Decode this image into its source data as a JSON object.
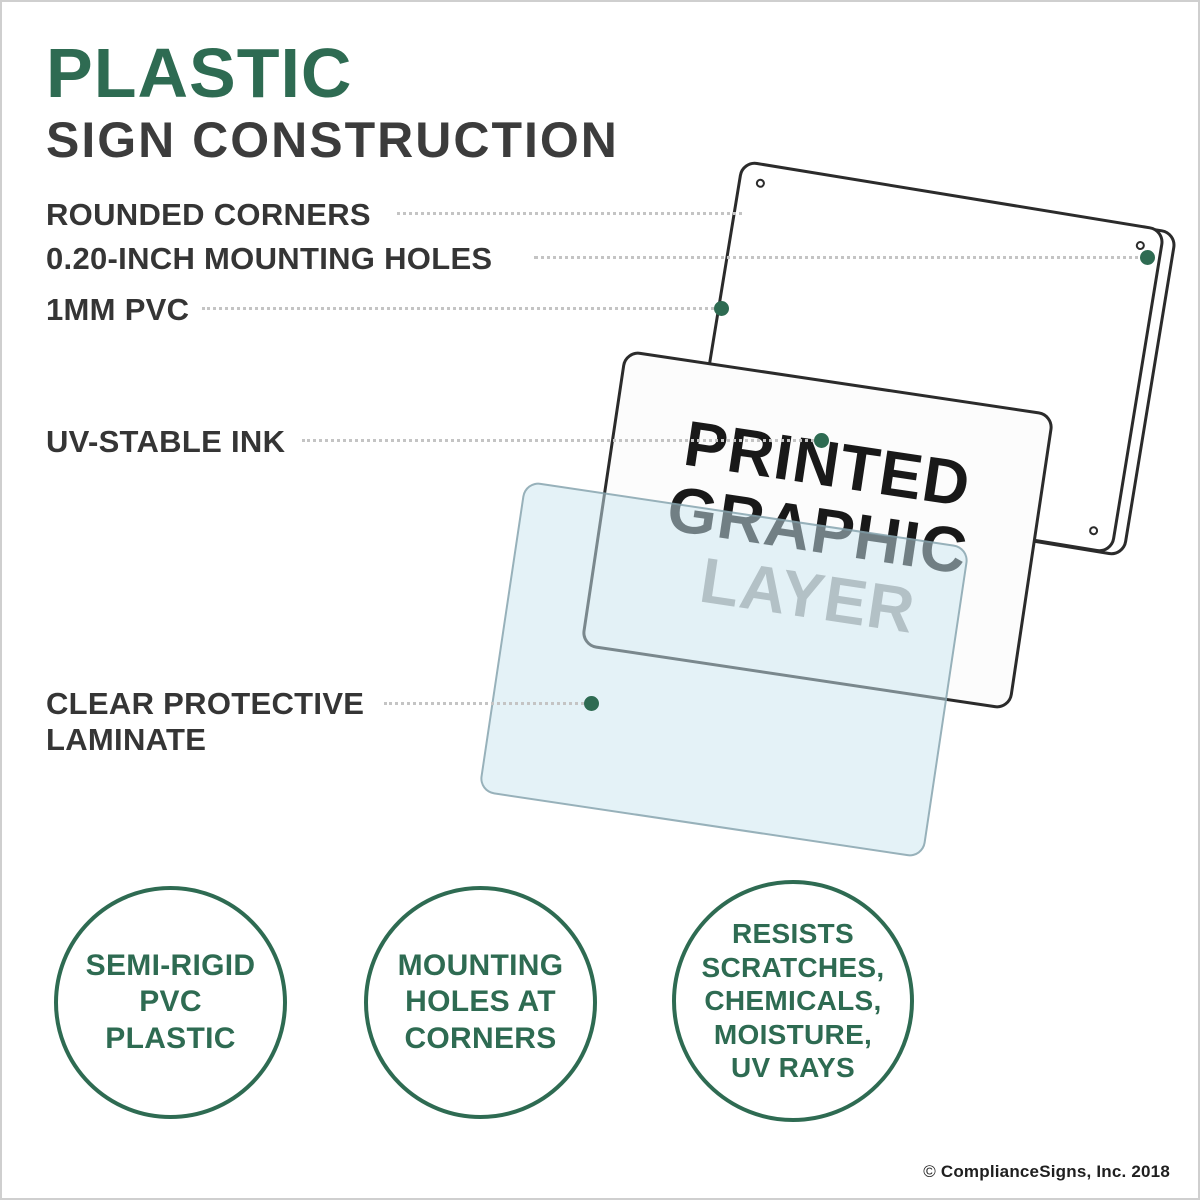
{
  "title": {
    "line1": "PLASTIC",
    "line2": "SIGN CONSTRUCTION"
  },
  "callouts": {
    "rounded_corners": "ROUNDED CORNERS",
    "mounting_holes": "0.20-INCH MOUNTING HOLES",
    "pvc": "1MM PVC",
    "uv_ink": "UV-STABLE INK",
    "laminate": "CLEAR PROTECTIVE LAMINATE"
  },
  "graphic_layer": {
    "line1": "PRINTED",
    "line2": "GRAPHIC",
    "line3": "LAYER"
  },
  "features": [
    {
      "lines": [
        "SEMI-RIGID",
        "PVC",
        "PLASTIC"
      ]
    },
    {
      "lines": [
        "MOUNTING",
        "HOLES AT",
        "CORNERS"
      ]
    },
    {
      "lines": [
        "RESISTS",
        "SCRATCHES,",
        "CHEMICALS,",
        "MOISTURE,",
        "UV RAYS"
      ]
    }
  ],
  "footer": {
    "symbol": "©",
    "company": "ComplianceSigns, Inc.",
    "year": "2018"
  },
  "colors": {
    "accent_green": "#2e6b52",
    "text_dark": "#3c3c3c",
    "gray_layer_text": "#9c9c9c",
    "laminate_fill": "#cae5f0",
    "leader_line": "#c4c4c4"
  }
}
